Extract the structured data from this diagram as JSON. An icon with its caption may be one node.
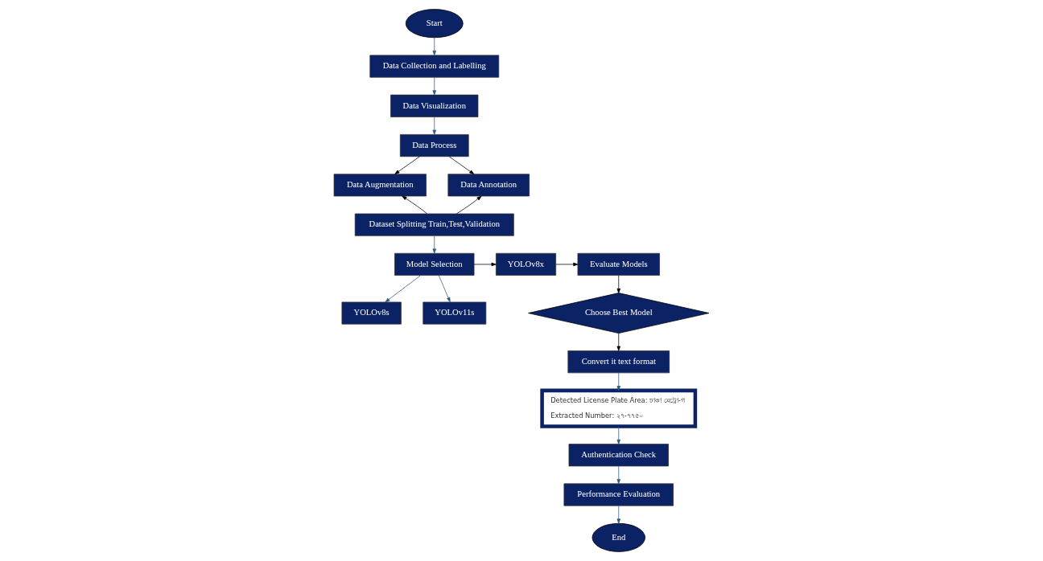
{
  "diagram": {
    "nodes": [
      {
        "text": [
          "Start"
        ]
      },
      {
        "text": [
          "Data Collection and Labelling"
        ]
      },
      {
        "text": [
          "Data Visualization"
        ]
      },
      {
        "text": [
          "Data Process"
        ]
      },
      {
        "text": [
          "Data Augmentation"
        ]
      },
      {
        "text": [
          "Data Annotation"
        ]
      },
      {
        "text": [
          "Dataset Splitting Train,Test,Validation"
        ]
      },
      {
        "text": [
          "Model Selection"
        ]
      },
      {
        "text": [
          "YOLOv8s"
        ]
      },
      {
        "text": [
          "YOLOv8x"
        ]
      },
      {
        "text": [
          "YOLOv11s"
        ]
      },
      {
        "text": [
          "Evaluate Models"
        ]
      },
      {
        "text": [
          "Choose Best Model"
        ]
      },
      {
        "text": [
          "Convert it text format"
        ]
      },
      {
        "text": [
          "Detected License Plate Area: ঢাকা মেট্রো-গ",
          "Extracted Number: ২৭-৭৭৫০"
        ]
      },
      {
        "text": [
          "Authentication Check"
        ]
      },
      {
        "text": [
          "Performance Evaluation"
        ]
      },
      {
        "text": [
          "End"
        ]
      }
    ],
    "edges": [
      {
        "from": 0,
        "to": 1,
        "arrow": "to"
      },
      {
        "from": 1,
        "to": 2,
        "arrow": "to"
      },
      {
        "from": 2,
        "to": 3,
        "arrow": "to"
      },
      {
        "from": 3,
        "to": 4,
        "arrow": "to",
        "color": "#000000"
      },
      {
        "from": 3,
        "to": 5,
        "arrow": "to",
        "color": "#000000"
      },
      {
        "from": 6,
        "to": 4,
        "arrow": "to",
        "color": "#000000"
      },
      {
        "from": 6,
        "to": 5,
        "arrow": "to",
        "color": "#000000"
      },
      {
        "from": 6,
        "to": 7,
        "arrow": "to"
      },
      {
        "from": 7,
        "to": 8,
        "arrow": "to"
      },
      {
        "from": 7,
        "to": 9,
        "arrow": "to",
        "color": "#000000"
      },
      {
        "from": 7,
        "to": 10,
        "arrow": "to"
      },
      {
        "from": 9,
        "to": 11,
        "arrow": "to",
        "color": "#000000"
      },
      {
        "from": 11,
        "to": 12,
        "arrow": "to",
        "color": "#000000"
      },
      {
        "from": 12,
        "to": 13,
        "arrow": "to",
        "color": "#000000"
      },
      {
        "from": 13,
        "to": 14,
        "arrow": "to"
      },
      {
        "from": 14,
        "to": 15,
        "arrow": "to"
      },
      {
        "from": 15,
        "to": 16,
        "arrow": "to"
      },
      {
        "from": 16,
        "to": 17,
        "arrow": "to"
      }
    ]
  }
}
